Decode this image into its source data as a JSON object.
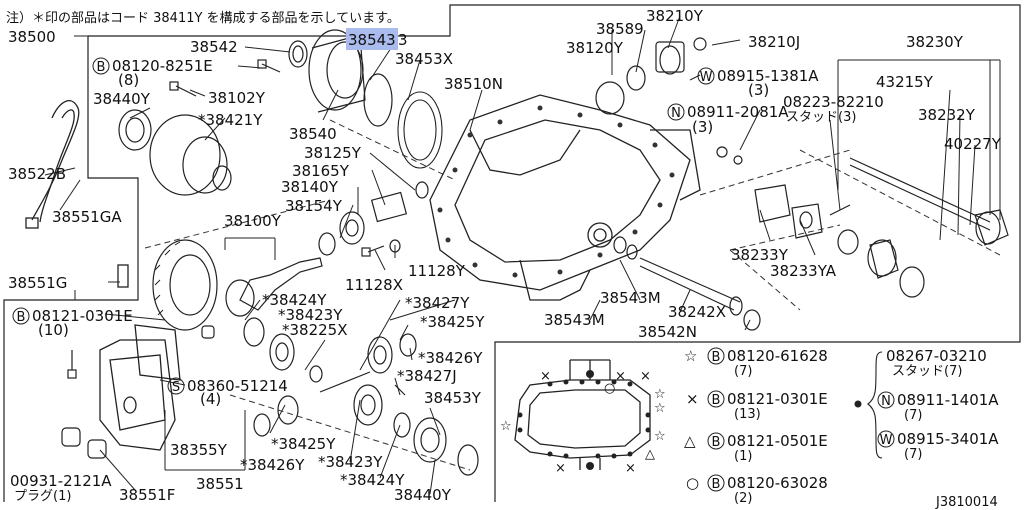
{
  "note": "注）＊印の部品はコード 38411Y を構成する部品を示しています。",
  "diagram_id": "J3810014",
  "labels": [
    {
      "key": "l38500",
      "text": "38500"
    },
    {
      "key": "l38542",
      "text": "38542"
    },
    {
      "key": "l38543",
      "text": "38543"
    },
    {
      "key": "l38589",
      "text": "38589"
    },
    {
      "key": "l38210Y",
      "text": "38210Y"
    },
    {
      "key": "l38210J",
      "text": "38210J"
    },
    {
      "key": "l38230Y",
      "text": "38230Y"
    },
    {
      "key": "l08120_8251E",
      "text": "08120-8251E"
    },
    {
      "key": "l08120_8251E_q",
      "text": "(8)"
    },
    {
      "key": "l38453X",
      "text": "38453X"
    },
    {
      "key": "l38120Y",
      "text": "38120Y"
    },
    {
      "key": "l08915_1381A",
      "text": "08915-1381A"
    },
    {
      "key": "l08915_1381A_q",
      "text": "(3)"
    },
    {
      "key": "l43215Y",
      "text": "43215Y"
    },
    {
      "key": "l38440Y_a",
      "text": "38440Y"
    },
    {
      "key": "l38102Y",
      "text": "38102Y"
    },
    {
      "key": "l38510N",
      "text": "38510N"
    },
    {
      "key": "l08911_2081A",
      "text": "08911-2081A"
    },
    {
      "key": "l08911_2081A_q",
      "text": "(3)"
    },
    {
      "key": "l08223_82210",
      "text": "08223-82210"
    },
    {
      "key": "l08223_sub",
      "text": "スタッド(3)"
    },
    {
      "key": "l38232Y",
      "text": "38232Y"
    },
    {
      "key": "l38421Y",
      "text": "*38421Y"
    },
    {
      "key": "l38540",
      "text": "38540"
    },
    {
      "key": "l40227Y",
      "text": "40227Y"
    },
    {
      "key": "l38125Y",
      "text": "38125Y"
    },
    {
      "key": "l38165Y",
      "text": "38165Y"
    },
    {
      "key": "l38522B",
      "text": "38522B"
    },
    {
      "key": "l38140Y",
      "text": "38140Y"
    },
    {
      "key": "l38551GA",
      "text": "38551GA"
    },
    {
      "key": "l38154Y",
      "text": "38154Y"
    },
    {
      "key": "l38100Y",
      "text": "38100Y"
    },
    {
      "key": "l38233Y",
      "text": "38233Y"
    },
    {
      "key": "l11128Y",
      "text": "11128Y"
    },
    {
      "key": "l38233YA",
      "text": "38233YA"
    },
    {
      "key": "l38551G",
      "text": "38551G"
    },
    {
      "key": "l11128X",
      "text": "11128X"
    },
    {
      "key": "l38424Y_a",
      "text": "*38424Y"
    },
    {
      "key": "l38427Y",
      "text": "*38427Y"
    },
    {
      "key": "l38543M_a",
      "text": "38543M"
    },
    {
      "key": "l08121_0301E",
      "text": "08121-0301E"
    },
    {
      "key": "l08121_0301E_q",
      "text": "(10)"
    },
    {
      "key": "l38423Y_a",
      "text": "*38423Y"
    },
    {
      "key": "l38425Y_a",
      "text": "*38425Y"
    },
    {
      "key": "l38242X",
      "text": "38242X"
    },
    {
      "key": "l38225X",
      "text": "*38225X"
    },
    {
      "key": "l38543M_b",
      "text": "38543M"
    },
    {
      "key": "l38542N",
      "text": "38542N"
    },
    {
      "key": "l38426Y_a",
      "text": "*38426Y"
    },
    {
      "key": "l08360_51214",
      "text": "08360-51214"
    },
    {
      "key": "l08360_51214_q",
      "text": "(4)"
    },
    {
      "key": "l38427J",
      "text": "*38427J"
    },
    {
      "key": "l38453Y",
      "text": "38453Y"
    },
    {
      "key": "l38425Y_b",
      "text": "*38425Y"
    },
    {
      "key": "l38355Y",
      "text": "38355Y"
    },
    {
      "key": "l38426Y_b",
      "text": "*38426Y"
    },
    {
      "key": "l38423Y_b",
      "text": "*38423Y"
    },
    {
      "key": "l00931_2121A",
      "text": "00931-2121A"
    },
    {
      "key": "l00931_sub",
      "text": "プラグ(1)"
    },
    {
      "key": "l38551",
      "text": "38551"
    },
    {
      "key": "l38424Y_b",
      "text": "*38424Y"
    },
    {
      "key": "l38551F",
      "text": "38551F"
    },
    {
      "key": "l38440Y_b",
      "text": "38440Y"
    }
  ],
  "legend": {
    "star": {
      "symbol": "☆",
      "part": "08120-61628",
      "qty": "(7)"
    },
    "cross": {
      "symbol": "×",
      "part": "08121-0301E",
      "qty": "(13)"
    },
    "triangle": {
      "symbol": "△",
      "part": "08121-0501E",
      "qty": "(1)"
    },
    "circle": {
      "symbol": "○",
      "part": "08120-63028",
      "qty": "(2)"
    },
    "dot_group": {
      "stud": {
        "part": "08267-03210",
        "qty": "スタッド(7)"
      },
      "nut": {
        "part": "08911-1401A",
        "qty": "(7)"
      },
      "washer": {
        "part": "08915-3401A",
        "qty": "(7)"
      }
    }
  },
  "prefix_b": "B",
  "prefix_n": "N",
  "prefix_w": "W",
  "prefix_s": "S",
  "tail_3": "3"
}
